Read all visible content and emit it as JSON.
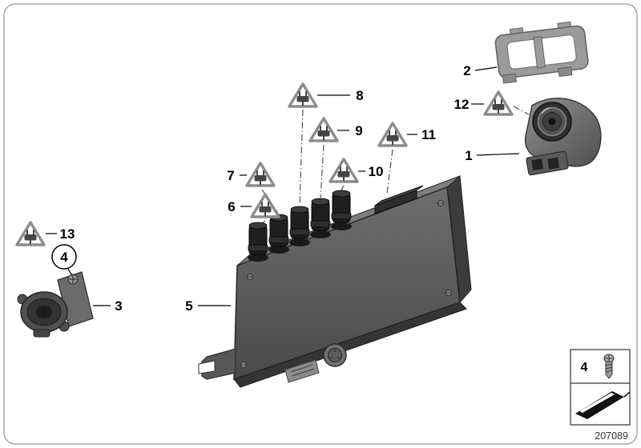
{
  "diagram": {
    "part_number": "207089",
    "callouts": [
      "1",
      "2",
      "3",
      "4",
      "5",
      "6",
      "7",
      "8",
      "9",
      "10",
      "11",
      "12",
      "13"
    ],
    "legend": {
      "item_number": "4"
    },
    "icons": {
      "plug_warning": "plug-warning-triangle-icon",
      "screw": "screw-icon",
      "direction_wedge": "photo-direction-icon"
    },
    "colors": {
      "module_body": "#5a5a5a",
      "triangle_stroke": "#8c8c8c",
      "line": "#000000",
      "background": "#ffffff"
    }
  }
}
